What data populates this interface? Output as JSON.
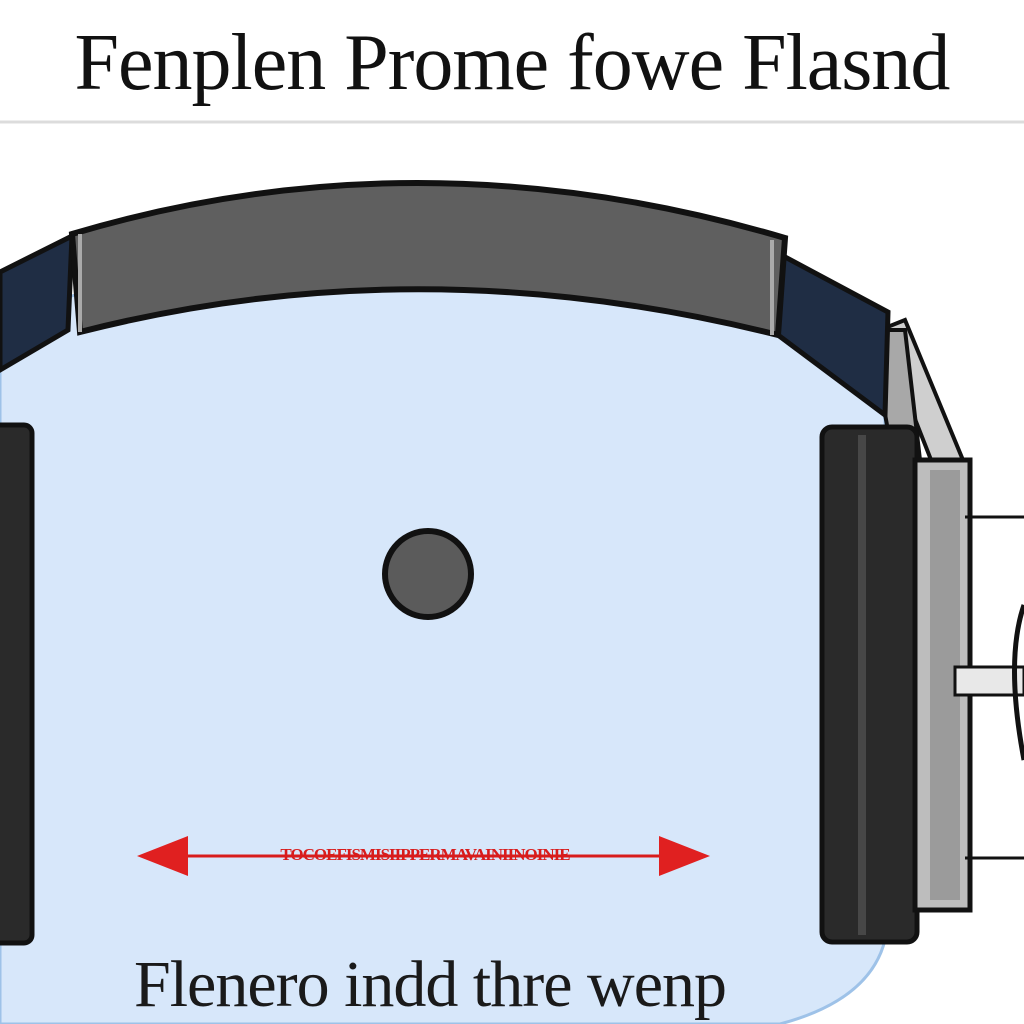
{
  "title": "Fenplen Prome fowe Flasnd",
  "arrow_label": "TOCOEFISMISIIPPERMAVAINIINOINIE",
  "caption": "Flenero indd thre wenp",
  "colors": {
    "headband": "#5f5f5f",
    "headband_side": "#1f2d44",
    "ear_cup": "#2a2a2a",
    "bubble_fill": "#d7e7fa",
    "arrow": "#d81c1c",
    "dot": "#5b5b5b"
  }
}
